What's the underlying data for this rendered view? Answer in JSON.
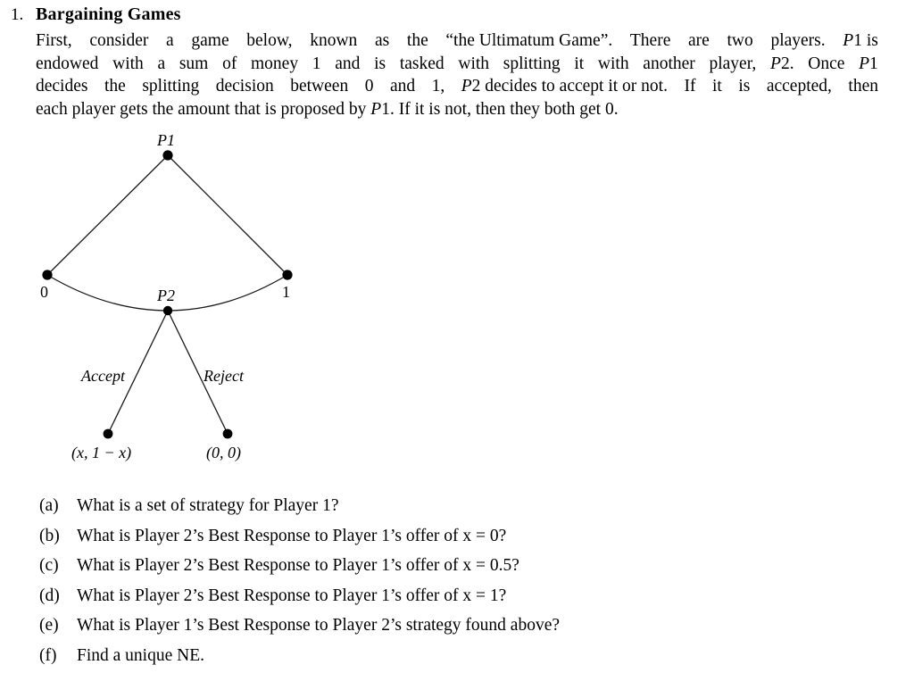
{
  "problem": {
    "number": "1.",
    "title": "Bargaining Games"
  },
  "intro": {
    "line1_a": "First,",
    "line1_b": "consider",
    "line1_c": "a",
    "line1_d": "game",
    "line1_e": "below,",
    "line1_f": "known",
    "line1_g": "as",
    "line1_h": "the",
    "line1_i": "“the Ultimatum Game”.",
    "line1_j": "There",
    "line1_k": "are",
    "line1_l": "two",
    "line1_m": "players.",
    "line1_n": "P",
    "line1_o": "1 is",
    "line2_a": "endowed",
    "line2_b": "with",
    "line2_c": "a",
    "line2_d": "sum",
    "line2_e": "of",
    "line2_f": "money",
    "line2_g": "1",
    "line2_h": "and",
    "line2_i": "is",
    "line2_j": "tasked",
    "line2_k": "with",
    "line2_l": "splitting",
    "line2_m": "it",
    "line2_n": "with",
    "line2_o": "another",
    "line2_p": "player,",
    "line2_q": "P",
    "line2_r": "2.",
    "line2_s": "Once",
    "line2_t": "P",
    "line2_u": "1",
    "line3_a": "decides",
    "line3_b": "the",
    "line3_c": "splitting",
    "line3_d": "decision",
    "line3_e": "between",
    "line3_f": "0",
    "line3_g": "and",
    "line3_h": "1,",
    "line3_i": "P",
    "line3_j": "2 decides to accept it or not.",
    "line3_k": "If",
    "line3_l": "it",
    "line3_m": "is",
    "line3_n": "accepted,",
    "line3_o": "then",
    "line4_a": "each player gets the amount that is proposed by ",
    "line4_b": "P",
    "line4_c": "1. If it is not, then they both get 0."
  },
  "tree": {
    "root_label": "P1",
    "left_end_label": "0",
    "right_end_label": "1",
    "p2_label": "P2",
    "accept_label": "Accept",
    "reject_label": "Reject",
    "payoff_accept": "(x, 1 − x)",
    "payoff_reject": "(0, 0)",
    "node_color": "#000000",
    "line_color": "#1a1a1a"
  },
  "questions": [
    {
      "mark": "(a)",
      "text": "What is a set of strategy for Player 1?"
    },
    {
      "mark": "(b)",
      "text": "What is Player 2’s Best Response to Player 1’s offer of x = 0?"
    },
    {
      "mark": "(c)",
      "text": "What is Player 2’s Best Response to Player 1’s offer of x = 0.5?"
    },
    {
      "mark": "(d)",
      "text": "What is Player 2’s Best Response to Player 1’s offer of x = 1?"
    },
    {
      "mark": "(e)",
      "text": "What is Player 1’s Best Response to Player 2’s strategy found above?"
    },
    {
      "mark": "(f)",
      "text": "Find a unique NE."
    }
  ]
}
